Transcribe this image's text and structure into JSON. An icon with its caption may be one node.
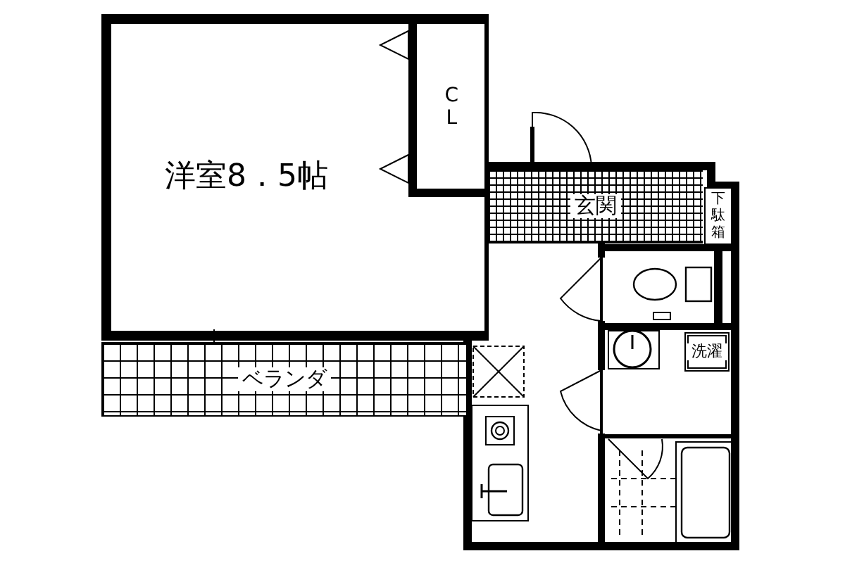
{
  "diagram": {
    "nodes": [
      {
        "text": [
          "洋室8．5帖"
        ]
      },
      {
        "text": [
          "CL"
        ],
        "in": 0
      },
      {
        "text": [
          "玄関"
        ]
      },
      {
        "text": [
          "下駄箱"
        ]
      },
      {
        "text": [
          "ベランダ"
        ]
      },
      {
        "text": [
          "洗濯"
        ]
      }
    ]
  }
}
